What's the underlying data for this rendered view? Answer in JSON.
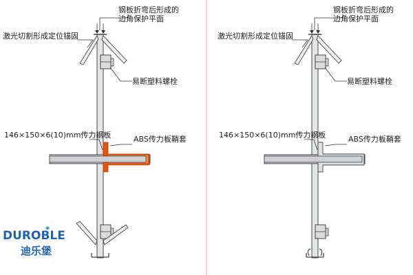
{
  "labels": {
    "fold_protection": [
      "钢板折弯后形成的",
      "边角保护平面"
    ],
    "laser_anchor": "激光切割形成定位锚固",
    "bolt": "易断塑料螺栓",
    "steel_plate": "146×150×6(10)mm传力钢板",
    "sleeve": "ABS传力板鞘套"
  },
  "logo": {
    "en": "DUROBLE",
    "cn": "迪乐堡"
  },
  "colors": {
    "divider": "#e8b39a",
    "steel": "#cfd1d4",
    "sleeve_orange": "#e2560f",
    "sleeve_inner": "#f08a3c",
    "logo_blue": "#1f63b6",
    "line": "#333333"
  }
}
